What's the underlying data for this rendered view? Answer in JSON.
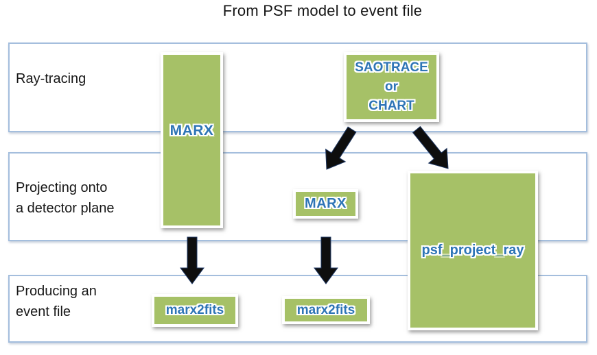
{
  "title": "From PSF model to event file",
  "rows": [
    {
      "label": "Ray-tracing"
    },
    {
      "label": "Projecting onto\na detector plane"
    },
    {
      "label": "Producing an\nevent file"
    }
  ],
  "boxes": {
    "tall_marx": "MARX",
    "saotrace": "SAOTRACE\nor\nCHART",
    "mid_marx": "MARX",
    "psf_project_ray": "psf_project_ray",
    "marx2fits_left": "marx2fits",
    "marx2fits_right": "marx2fits"
  },
  "colors": {
    "box_green": "#a6c167",
    "label_blue": "#2e75b6",
    "band_border": "#a4bedd",
    "arrow": "#0e0e0e"
  }
}
